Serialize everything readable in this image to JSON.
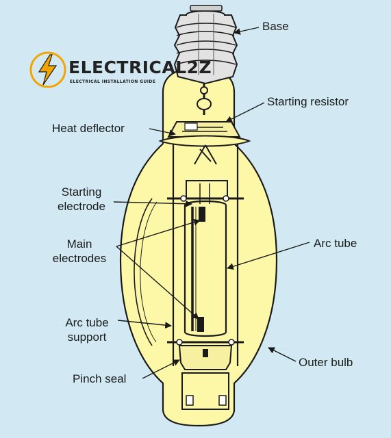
{
  "logo": {
    "title": "ELECTRICAL2Z",
    "subtitle": "ELECTRICAL INSTALLATION GUIDE",
    "accent_color": "#f2a400"
  },
  "labels": {
    "base": "Base",
    "starting_resistor": "Starting resistor",
    "heat_deflector": "Heat deflector",
    "starting_electrode_line1": "Starting",
    "starting_electrode_line2": "electrode",
    "main_electrodes_line1": "Main",
    "main_electrodes_line2": "electrodes",
    "arc_tube": "Arc tube",
    "arc_tube_support_line1": "Arc tube",
    "arc_tube_support_line2": "support",
    "outer_bulb": "Outer bulb",
    "pinch_seal": "Pinch seal"
  },
  "colors": {
    "background": "#d2e9f3",
    "bulb_fill": "#fdf7a8",
    "base_fill": "#e2e2e2",
    "line": "#1a1a1a"
  }
}
